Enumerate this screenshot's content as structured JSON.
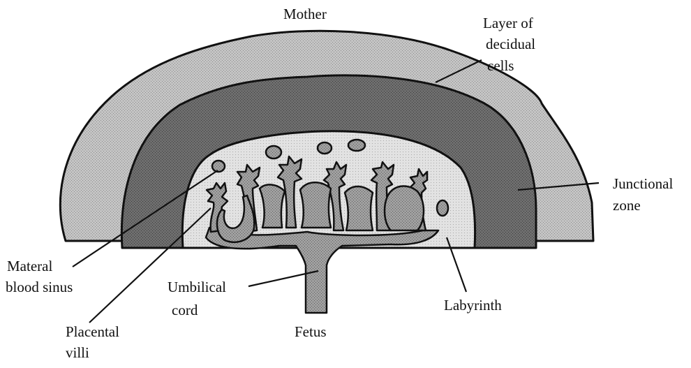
{
  "labels": {
    "mother": "Mother",
    "decidual": [
      "Layer of",
      "decidual",
      "cells"
    ],
    "junctional": [
      "Junctional",
      "zone"
    ],
    "sinus": [
      "Materal",
      "blood sinus"
    ],
    "cord": [
      "Umbilical",
      "cord"
    ],
    "labyrinth": "Labyrinth",
    "villi": [
      "Placental",
      "villi"
    ],
    "fetus": "Fetus"
  },
  "colors": {
    "decidual_fill": "#c4c4c4",
    "junctional_fill": "#6e6e6e",
    "labyrinth_fill": "#dedede",
    "villi_fill": "#9a9a9a",
    "outline": "#111111"
  }
}
